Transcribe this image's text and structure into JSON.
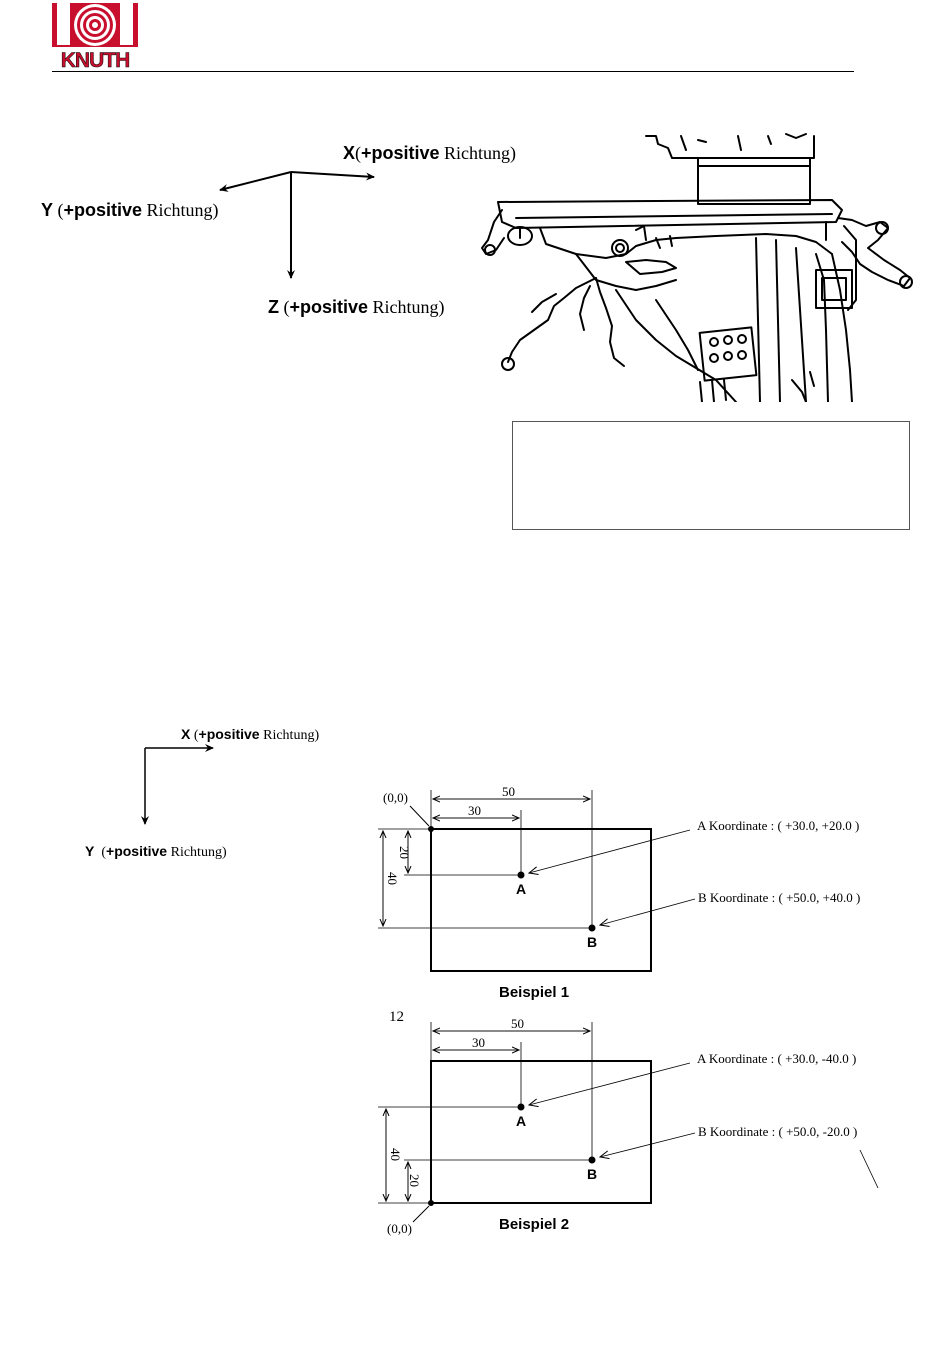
{
  "header": {
    "logo_text": "KNUTH",
    "brand_color": "#c8102e"
  },
  "axes_top": {
    "x": {
      "axis": "X",
      "paren_open": "(",
      "sign_word": "+positive",
      "word": " Richtung)"
    },
    "y": {
      "axis": "Y",
      "paren_open": " (",
      "sign_word": "+positive",
      "word": " Richtung)"
    },
    "z": {
      "axis": "Z",
      "paren_open": " (",
      "sign_word": "+positive",
      "word": " Richtung)"
    }
  },
  "note_box": {
    "text": ""
  },
  "axes_bottom": {
    "x": {
      "axis": "X",
      "paren_open": " (",
      "sign_word": "+positive",
      "word": " Richtung)"
    },
    "y": {
      "axis": "Y",
      "paren_open": "  (",
      "sign_word": "+positive",
      "word": " Richtung)"
    }
  },
  "example1": {
    "origin": "(0,0)",
    "dim_50": "50",
    "dim_30": "30",
    "dim_20": "20",
    "dim_40": "40",
    "point_a": "A",
    "point_b": "B",
    "coord_a": "A Koordinate : ( +30.0, +20.0 )",
    "coord_b": "B Koordinate : ( +50.0, +40.0 )",
    "caption": "Beispiel 1"
  },
  "example2": {
    "page_number": "12",
    "origin": "(0,0)",
    "dim_50": "50",
    "dim_30": "30",
    "dim_20": "20",
    "dim_40": "40",
    "point_a": "A",
    "point_b": "B",
    "coord_a": "A Koordinate : ( +30.0, -40.0 )",
    "coord_b": "B Koordinate : ( +50.0, -20.0 )",
    "caption": "Beispiel 2"
  }
}
